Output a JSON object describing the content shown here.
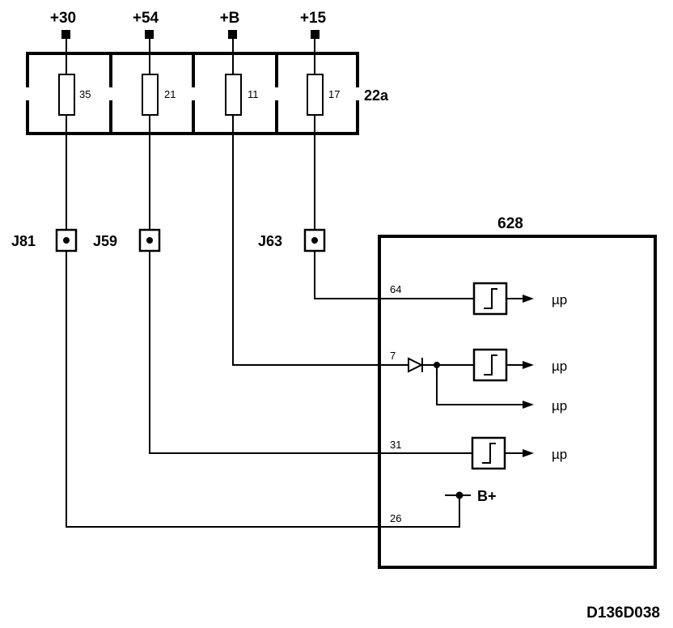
{
  "drawing_id": "D136D038",
  "fuse_box": {
    "label": "22a",
    "fuses": [
      {
        "supply": "+30",
        "number": "35"
      },
      {
        "supply": "+54",
        "number": "21"
      },
      {
        "supply": "+B",
        "number": "11"
      },
      {
        "supply": "+15",
        "number": "17"
      }
    ]
  },
  "connectors": {
    "j81": "J81",
    "j59": "J59",
    "j63": "J63"
  },
  "module": {
    "label": "628",
    "pins": {
      "p64": "64",
      "p7": "7",
      "p31": "31",
      "p26": "26"
    },
    "outputs": {
      "o1": "µp",
      "o2": "µp",
      "o3": "µp",
      "o4": "µp"
    },
    "bplus": "B+"
  }
}
